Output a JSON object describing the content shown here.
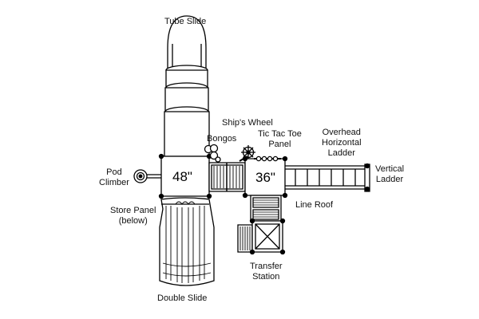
{
  "colors": {
    "line": "#000000",
    "fill": "#ffffff",
    "deck": "#222222"
  },
  "labels": {
    "tube_slide": "Tube Slide",
    "ships_wheel": "Ship's Wheel",
    "bongos": "Bongos",
    "tic_tac_toe": [
      "Tic Tac Toe",
      "Panel"
    ],
    "overhead_ladder": [
      "Overhead",
      "Horizontal",
      "Ladder"
    ],
    "vertical_ladder": [
      "Vertical",
      "Ladder"
    ],
    "pod_climber": [
      "Pod",
      "Climber"
    ],
    "store_panel": [
      "Store Panel",
      "(below)"
    ],
    "line_roof": "Line Roof",
    "transfer_station": [
      "Transfer",
      "Station"
    ],
    "double_slide": "Double Slide"
  },
  "decks": {
    "left_height": "48\"",
    "right_height": "36\""
  }
}
